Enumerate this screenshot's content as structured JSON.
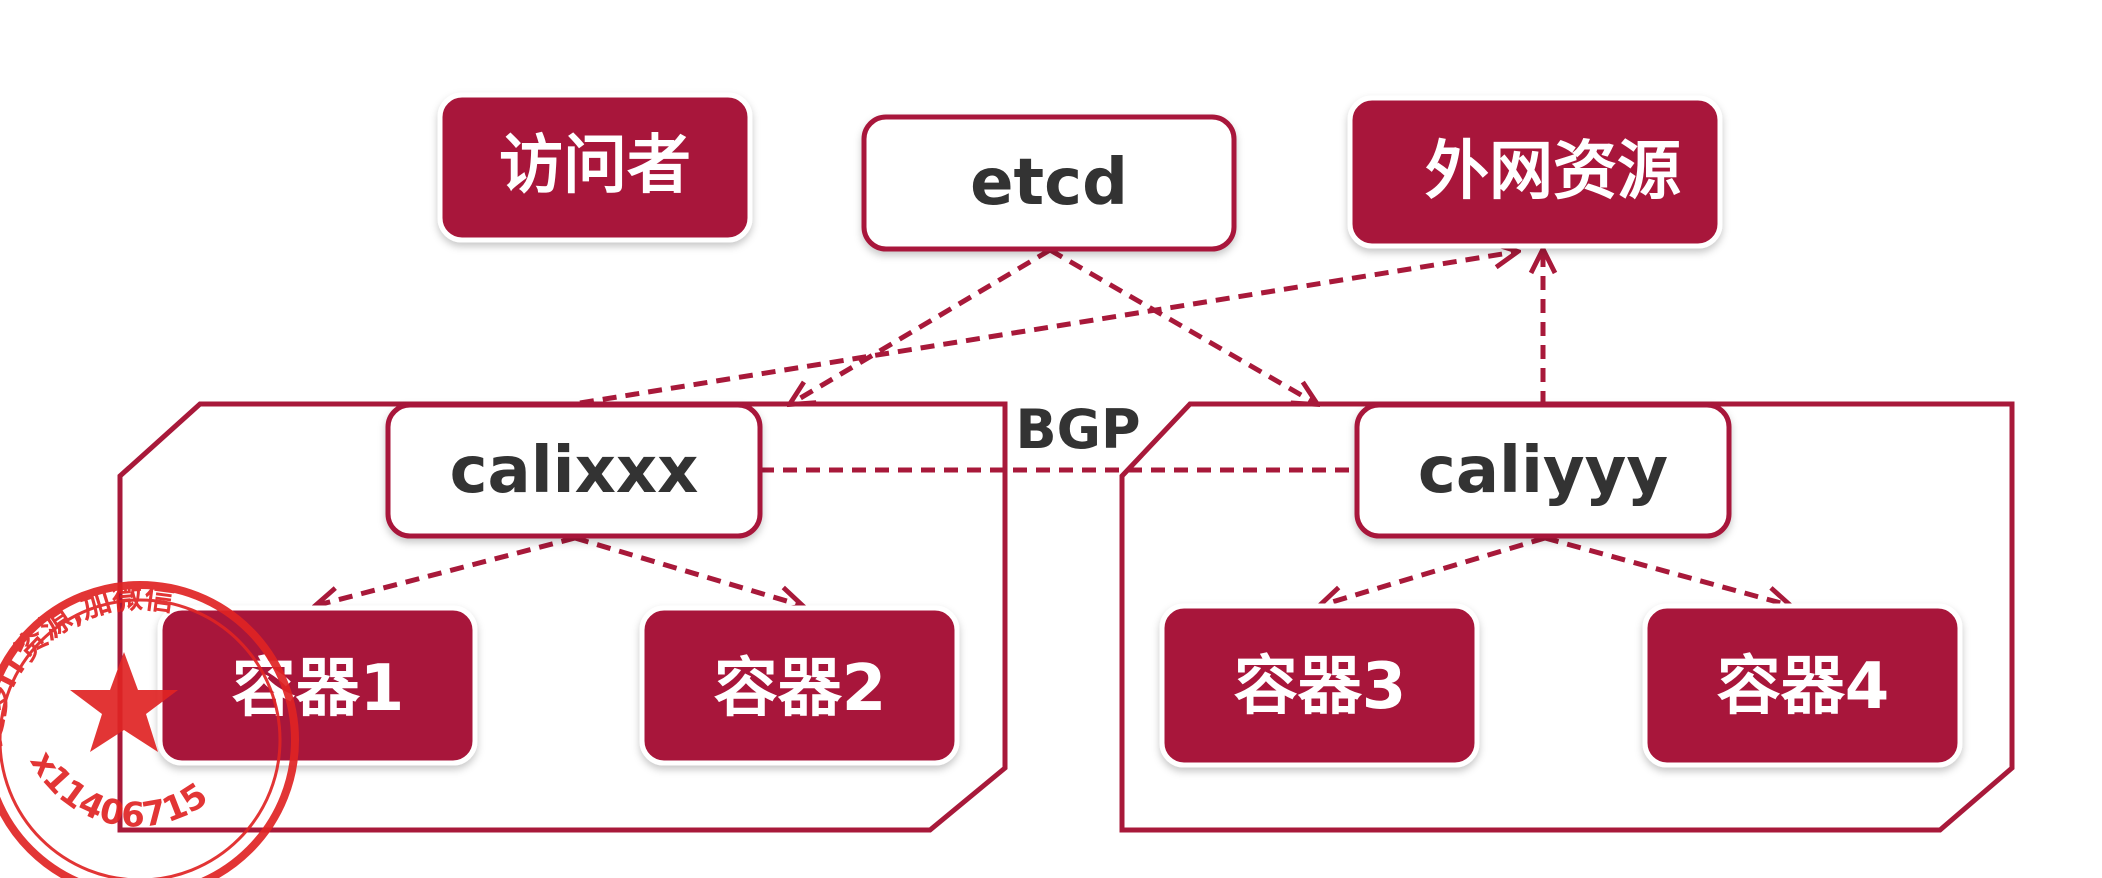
{
  "colors": {
    "accent": "#a8193a",
    "text_dark": "#333333",
    "text_light": "#ffffff",
    "stamp": "#e02424"
  },
  "nodes": {
    "visitor": "访问者",
    "etcd": "etcd",
    "external": "外网资源",
    "calixxx": "calixxx",
    "caliyyy": "caliyyy",
    "container1": "容器1",
    "container2": "容器2",
    "container3": "容器3",
    "container4": "容器4"
  },
  "edge_labels": {
    "bgp": "BGP"
  },
  "watermark": {
    "ring_text": "更多IT资源,加微信",
    "id_text": "x11406715"
  }
}
